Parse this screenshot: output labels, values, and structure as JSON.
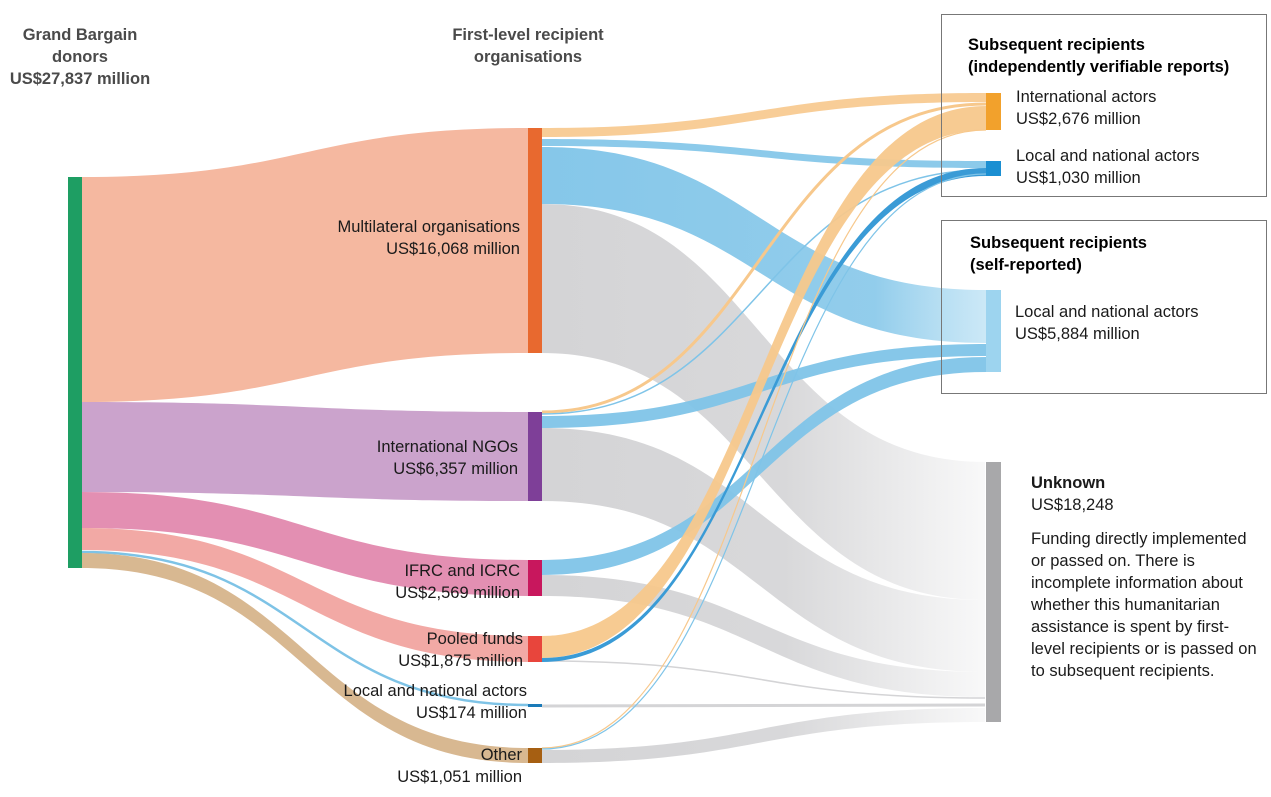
{
  "headers": {
    "donors_line1": "Grand Bargain",
    "donors_line2": "donors",
    "donors_line3": "US$27,837 million",
    "first_level_line1": "First-level recipient",
    "first_level_line2": "organisations"
  },
  "first_level": [
    {
      "name": "Multilateral organisations",
      "amount": "US$16,068 million",
      "color": "#e8692f",
      "flow_color": "#f5b8a0"
    },
    {
      "name": "International NGOs",
      "amount": "US$6,357 million",
      "color": "#7e3f98",
      "flow_color": "#cba3cc"
    },
    {
      "name": "IFRC and ICRC",
      "amount": "US$2,569 million",
      "color": "#c8175d",
      "flow_color": "#e38fb2"
    },
    {
      "name": "Pooled funds",
      "amount": "US$1,875 million",
      "color": "#e8453c",
      "flow_color": "#f2a9a5"
    },
    {
      "name": "Local and national actors",
      "amount": "US$174 million",
      "color": "#1a7ab8",
      "flow_color": "#7ec3e6"
    },
    {
      "name": "Other",
      "amount": "US$1,051 million",
      "color": "#a65f12",
      "flow_color": "#d8b891"
    }
  ],
  "boxes": {
    "verifiable_title_line1": "Subsequent recipients",
    "verifiable_title_line2": "(independently verifiable reports)",
    "self_title_line1": "Subsequent recipients",
    "self_title_line2": "(self-reported)"
  },
  "subsequent": [
    {
      "name": "International actors",
      "amount": "US$2,676 million",
      "color": "#f2a12c"
    },
    {
      "name": "Local and national actors",
      "amount": "US$1,030 million",
      "color": "#1b8fd2"
    },
    {
      "name": "Local and national actors",
      "amount": "US$5,884 million",
      "color": "#9dd4ef"
    }
  ],
  "unknown": {
    "title": "Unknown",
    "amount": "US$18,248",
    "description": "Funding directly implemented or passed on. There is incomplete information about whether this humanitarian assistance is spent by first-level recipients or is passed on to subsequent recipients.",
    "color": "#a8a8aa"
  },
  "colors": {
    "donor_bar": "#1e9e63",
    "flow_orange": "#f7c88c",
    "flow_blue": "#7fc4e8",
    "flow_grey": "#d4d4d6"
  }
}
